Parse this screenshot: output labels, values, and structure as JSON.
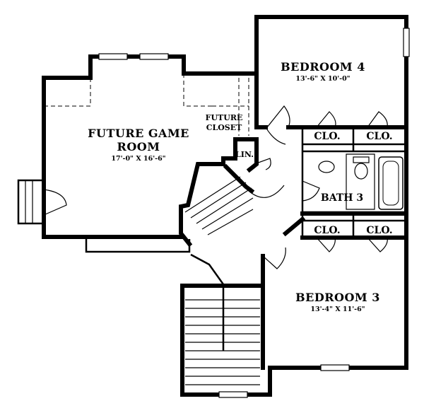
{
  "rooms": {
    "game_room": {
      "name_line1": "FUTURE GAME",
      "name_line2": "ROOM",
      "dims": "17'-0\" X 16'-6\""
    },
    "future_closet": {
      "line1": "FUTURE",
      "line2": "CLOSET"
    },
    "linen": {
      "label": "LIN."
    },
    "bedroom4": {
      "name": "BEDROOM 4",
      "dims": "13'-6\" X 10'-0\""
    },
    "bedroom3": {
      "name": "BEDROOM 3",
      "dims": "13'-4\" X 11'-6\""
    },
    "bath3": {
      "name": "BATH 3"
    },
    "closets": {
      "clo_a": "CLO.",
      "clo_b": "CLO.",
      "clo_c": "CLO.",
      "clo_d": "CLO."
    }
  }
}
